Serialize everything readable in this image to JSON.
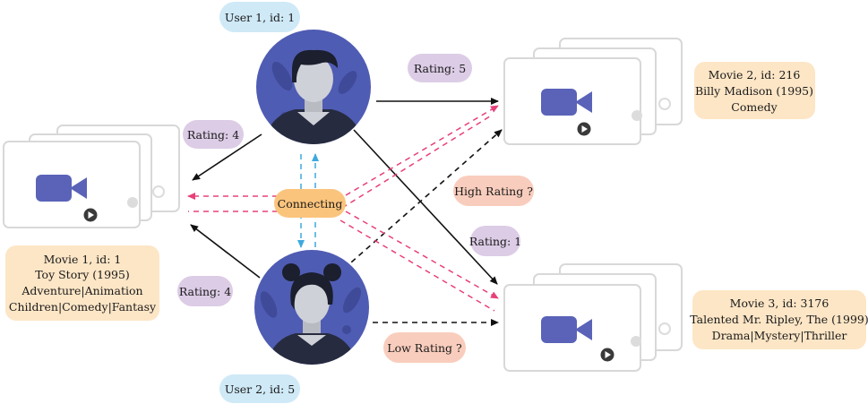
{
  "users": [
    {
      "label": "User 1, id: 1"
    },
    {
      "label": "User 2, id: 5"
    }
  ],
  "movies": [
    {
      "lines": [
        "Movie 1, id: 1",
        "Toy Story (1995)",
        "Adventure|Animation",
        "Children|Comedy|Fantasy"
      ]
    },
    {
      "lines": [
        "Movie 2, id: 216",
        "Billy Madison (1995)",
        "Comedy"
      ]
    },
    {
      "lines": [
        "Movie 3, id: 3176",
        "Talented Mr. Ripley, The (1999)",
        "Drama|Mystery|Thriller"
      ]
    }
  ],
  "ratings": {
    "user1_movie2": "Rating: 5",
    "user1_movie1": "Rating: 4",
    "user2_movie1": "Rating: 4",
    "user1_movie3": "Rating: 1"
  },
  "predictions": {
    "high": "High Rating ?",
    "low": "Low Rating ?"
  },
  "connector": "Connecting",
  "colors": {
    "user_label_bg": "#cfe9f7",
    "rating_bg": "#dccce6",
    "movie_info_bg": "#fde6c6",
    "prediction_bg": "#f9cdbd",
    "connecting_bg": "#fbc47c",
    "avatar_bg": "#4f5cb3",
    "video_icon": "#5a63b8",
    "dashed_pink": "#e8407a",
    "dashed_blue": "#3fa9de"
  }
}
